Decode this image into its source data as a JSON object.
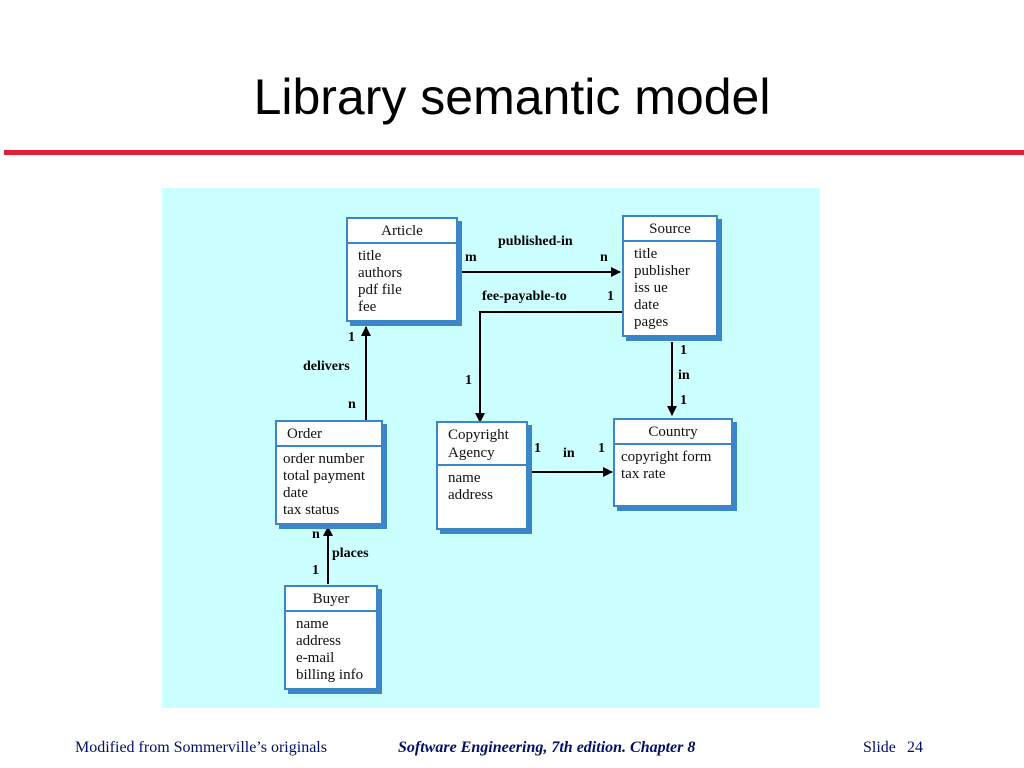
{
  "title": "Library semantic model",
  "colors": {
    "accent_rule": "#e0203a",
    "canvas_bg": "#ccffff",
    "entity_border": "#3a86c8",
    "footer_text": "#00106a"
  },
  "diagram": {
    "entities": {
      "article": {
        "name": "Article",
        "attributes": [
          "title",
          "authors",
          "pdf file",
          "fee"
        ]
      },
      "source": {
        "name": "Source",
        "attributes": [
          "title",
          "publisher",
          "iss ue",
          "date",
          "pages"
        ]
      },
      "order": {
        "name": "Order",
        "attributes": [
          "order number",
          "total payment",
          "date",
          "tax status"
        ]
      },
      "copyright_agency": {
        "name_line1": "Copyright",
        "name_line2": "Agency",
        "attributes": [
          "name",
          "address"
        ]
      },
      "country": {
        "name": "Country",
        "attributes": [
          "copyright form",
          "tax rate"
        ]
      },
      "buyer": {
        "name": "Buyer",
        "attributes": [
          "name",
          "address",
          "e-mail",
          "billing info"
        ]
      }
    },
    "relations": {
      "published_in": {
        "label": "published-in",
        "from_card": "m",
        "to_card": "n"
      },
      "fee_payable_to": {
        "label": "fee-payable-to",
        "from_card": "1",
        "to_card": "1"
      },
      "source_in": {
        "label": "in",
        "from_card": "1",
        "to_card": "1"
      },
      "agency_in": {
        "label": "in",
        "from_card": "1",
        "to_card": "1"
      },
      "delivers": {
        "label": "delivers",
        "from_card": "n",
        "to_card": "1"
      },
      "places": {
        "label": "places",
        "from_card": "1",
        "to_card": "n"
      }
    }
  },
  "footer": {
    "left": "Modified from Sommerville’s originals",
    "center": "Software Engineering, 7th edition. Chapter 8",
    "slide_label": "Slide",
    "slide_number": "24"
  }
}
